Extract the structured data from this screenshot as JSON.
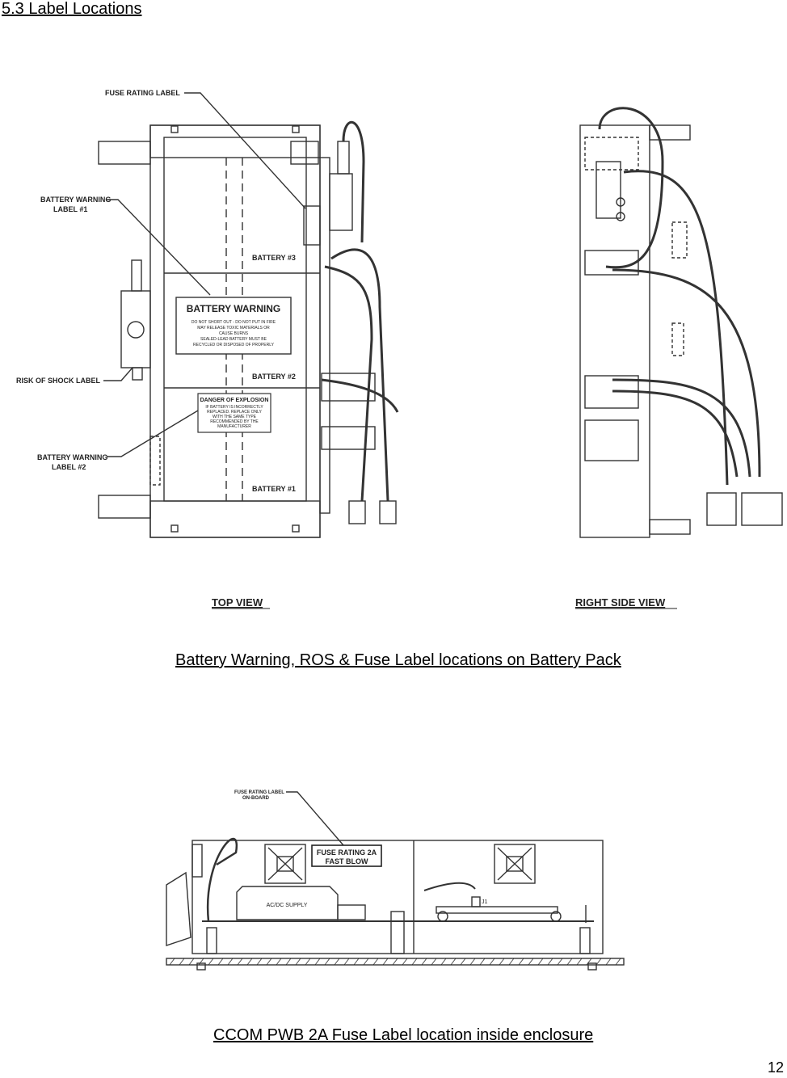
{
  "heading": "5.3 Label Locations",
  "figure1": {
    "callouts": {
      "fuse_rating": "FUSE RATING LABEL",
      "battery_warning_1_line1": "BATTERY WARNING",
      "battery_warning_1_line2": "LABEL #1",
      "risk_of_shock": "RISK OF SHOCK LABEL",
      "battery_warning_2_line1": "BATTERY WARNING",
      "battery_warning_2_line2": "LABEL #2"
    },
    "battery_labels": [
      "BATTERY #3",
      "BATTERY #2",
      "BATTERY #1"
    ],
    "warning_label": {
      "title": "BATTERY WARNING",
      "lines": [
        "DO NOT SHORT OUT - DO NOT PUT IN FIRE",
        "MAY RELEASE TOXIC MATERIALS OR",
        "CAUSE BURNS",
        "SEALED-LEAD BATTERY MUST BE",
        "RECYCLED OR DISPOSED OF PROPERLY"
      ]
    },
    "danger_label": {
      "title": "DANGER OF EXPLOSION",
      "lines": [
        "IF BATTERY IS INCORRECTLY",
        "REPLACED. REPLACE ONLY",
        "WITH THE SAME TYPE",
        "RECOMMENDED BY THE",
        "MANUFACTURER"
      ]
    },
    "view_labels": {
      "top": "TOP VIEW",
      "right": "RIGHT SIDE VIEW"
    },
    "caption": "Battery Warning, ROS & Fuse Label locations on Battery Pack"
  },
  "figure2": {
    "callout_line1": "FUSE RATING LABEL",
    "callout_line2": "ON-BOARD",
    "fuse_label_line1": "FUSE RATING 2A",
    "fuse_label_line2": "FAST BLOW",
    "supply_label": "AC/DC SUPPLY",
    "connector_label": "J1",
    "caption": "CCOM PWB 2A Fuse Label location inside enclosure"
  },
  "page_number": "12"
}
